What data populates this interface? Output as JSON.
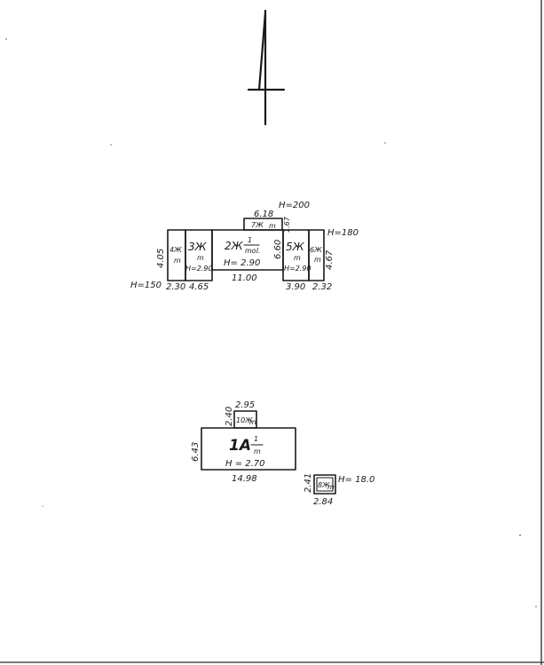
{
  "north_arrow": {
    "icon": "north-arrow-icon"
  },
  "building_1": {
    "main_room": {
      "label": "2Ж",
      "fraction_num": "1",
      "fraction_den": "mol.",
      "height": "H= 2.90"
    },
    "room_3": {
      "label": "3Ж",
      "fraction_den": "m",
      "height": "H=2.90"
    },
    "room_4": {
      "label": "4Ж",
      "fraction_den": "m"
    },
    "room_5": {
      "label": "5Ж",
      "fraction_den": "m",
      "height": "H=2.90"
    },
    "room_6": {
      "label": "6Ж",
      "fraction_den": "m"
    },
    "room_7": {
      "label": "7Ж",
      "fraction_den": "m"
    },
    "dims": {
      "top_ext": "6.18",
      "h_top": "H=200",
      "h_right": "H=180",
      "h_left": "H=150",
      "left_side": "4.05",
      "inner_v_main": "6.60",
      "inner_v_top": "1.67",
      "right_side": "4.67",
      "bottom_main": "11.00",
      "bottom_left_1": "2.30",
      "bottom_left_2": "4.65",
      "bottom_right_1": "3.90",
      "bottom_right_2": "2.32"
    }
  },
  "building_2": {
    "main_room": {
      "label": "1А",
      "fraction_num": "1",
      "fraction_den": "m",
      "height": "H = 2.70"
    },
    "room_10": {
      "label": "10Ж",
      "fraction_den": "m"
    },
    "dims": {
      "side": "6.43",
      "bottom": "14.98",
      "ext_top": "2.95",
      "ext_side": "2.40"
    }
  },
  "building_3": {
    "room_8": {
      "label": "8Ж",
      "fraction_den": "m"
    },
    "dims": {
      "height": "H= 18.0",
      "bottom": "2.84",
      "side": "2.41"
    }
  }
}
